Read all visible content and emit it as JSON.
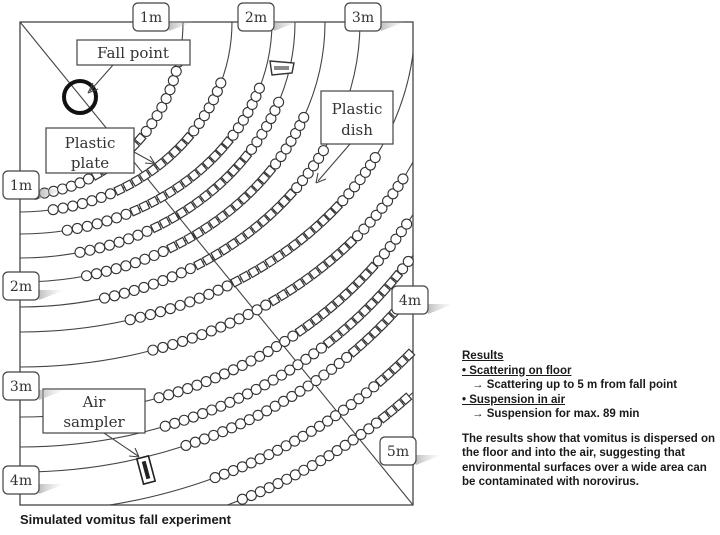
{
  "diagram": {
    "labels": {
      "fall_point": "Fall point",
      "plastic_plate_1": "Plastic",
      "plastic_plate_2": "plate",
      "plastic_dish_1": "Plastic",
      "plastic_dish_2": "dish",
      "air_sampler_1": "Air",
      "air_sampler_2": "sampler"
    },
    "distance_markers": {
      "top": [
        "1m",
        "2m",
        "3m"
      ],
      "left": [
        "1m",
        "2m",
        "3m",
        "4m"
      ],
      "right": [
        "4m",
        "5m"
      ]
    }
  },
  "caption": "Simulated vomitus fall experiment",
  "results": {
    "heading": "Results",
    "items": [
      {
        "title": "• Scattering on floor",
        "detail": "→ Scattering up to 5 m from fall point"
      },
      {
        "title": "• Suspension in air",
        "detail": "→ Suspension for max. 89 min"
      }
    ],
    "summary": "The results show that vomitus is dispersed on the floor and into the air, suggesting that environmental surfaces over a wide area can be contaminated with norovirus."
  }
}
